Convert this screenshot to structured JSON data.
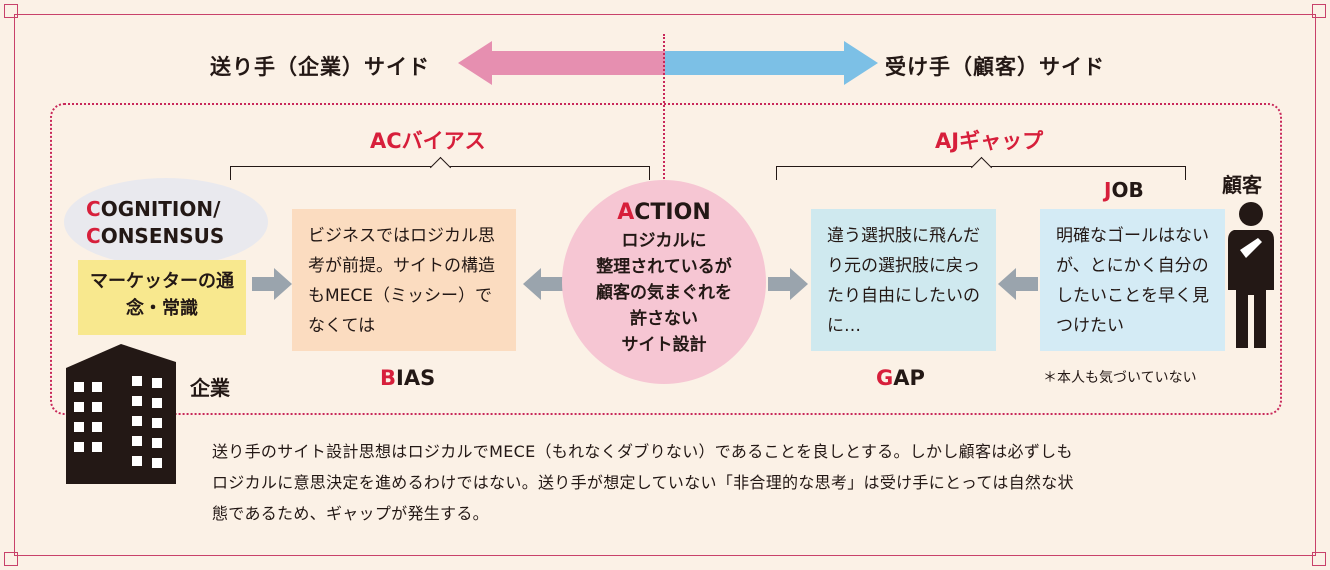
{
  "header": {
    "sender_side": "送り手（企業）サイド",
    "receiver_side": "受け手（顧客）サイド"
  },
  "left": {
    "group_title": "ACバイアス",
    "cognition_line1_initial": "C",
    "cognition_line1_rest": "OGNITION/",
    "cognition_line2_initial": "C",
    "cognition_line2_rest": "ONSENSUS",
    "marketer_box_line1": "マーケッターの通念・常識",
    "company_label": "企業",
    "bias_box_text": "ビジネスではロジカル思考が前提。サイトの構造もMECE（ミッシー）でなくては",
    "bias_initial": "B",
    "bias_rest": "IAS"
  },
  "center": {
    "action_initial": "A",
    "action_rest": "CTION",
    "action_line1": "ロジカルに",
    "action_line2": "整理されているが",
    "action_line3": "顧客の気まぐれを",
    "action_line4": "許さない",
    "action_line5": "サイト設計"
  },
  "right": {
    "group_title": "AJギャップ",
    "gap_box_text": "違う選択肢に飛んだり元の選択肢に戻ったり自由にしたいのに…",
    "gap_initial": "G",
    "gap_rest": "AP",
    "job_initial": "J",
    "job_rest": "OB",
    "job_box_text": "明確なゴールはないが、とにかく自分のしたいことを早く見つけたい",
    "job_note": "＊本人も気づいていない",
    "customer_label": "顧客"
  },
  "footer": {
    "line1": "送り手のサイト設計思想はロジカルでMECE（もれなくダブりない）であることを良しとする。しかし顧客は必ずしも",
    "line2": "ロジカルに意思決定を進めるわけではない。送り手が想定していない「非合理的な思考」は受け手にとっては自然な状",
    "line3": "態であるため、ギャップが発生する。"
  },
  "colors": {
    "accent_red": "#d71f3b",
    "frame_pink": "#c8416a",
    "arrow_pink": "#e68fb0",
    "arrow_blue": "#7cc0e6",
    "box_peach": "#fbdcc0",
    "box_yellow": "#f8e88e",
    "box_cyan": "#cfe9ef",
    "box_lightblue": "#d4ebf5",
    "circle_pink": "#f6c6d3",
    "ellipse_gray": "#e9e9ee",
    "gray_arrow": "#9aa4ad"
  },
  "icons": [
    "building-icon",
    "person-icon",
    "double-arrow-icon",
    "gray-arrow-icon"
  ]
}
